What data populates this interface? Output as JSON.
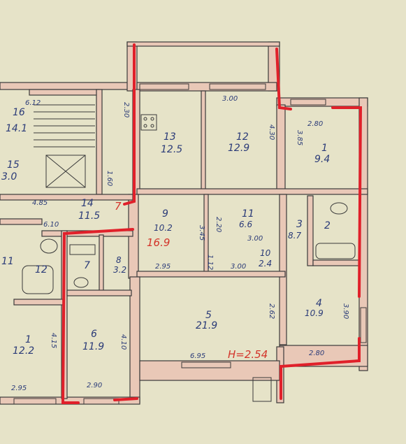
{
  "plan": {
    "rooms": [
      {
        "id": "16",
        "num": "16",
        "area": "14.1",
        "dim": "6.12"
      },
      {
        "id": "15",
        "num": "15",
        "area": "3.0"
      },
      {
        "id": "14",
        "num": "14",
        "area": "11.5"
      },
      {
        "id": "13",
        "num": "13",
        "area": "12.5"
      },
      {
        "id": "12a",
        "num": "12",
        "area": "12.9"
      },
      {
        "id": "1a",
        "num": "1",
        "area": "9.4"
      },
      {
        "id": "9",
        "num": "9",
        "area": "10.2"
      },
      {
        "id": "11",
        "num": "11",
        "area": "6.6"
      },
      {
        "id": "3",
        "num": "3",
        "area": "8.7"
      },
      {
        "id": "2",
        "num": "2",
        "area": ""
      },
      {
        "id": "10",
        "num": "10",
        "area": "2.4"
      },
      {
        "id": "8",
        "num": "8",
        "area": "3.2"
      },
      {
        "id": "7",
        "num": "7",
        "area": ""
      },
      {
        "id": "12b",
        "num": "12",
        "area": ""
      },
      {
        "id": "11b",
        "num": "11",
        "area": ""
      },
      {
        "id": "5",
        "num": "5",
        "area": "21.9"
      },
      {
        "id": "4",
        "num": "4",
        "area": "10.9"
      },
      {
        "id": "1b",
        "num": "1",
        "area": "12.2"
      },
      {
        "id": "6",
        "num": "6",
        "area": "11.9"
      }
    ],
    "dims": {
      "d230": "2.30",
      "d300a": "3.00",
      "d430": "4.30",
      "d280a": "2.80",
      "d385": "3.85",
      "d160": "1.60",
      "d485": "4.85",
      "d610": "6.10",
      "d295a": "2.95",
      "d345": "3.45",
      "d220": "2.20",
      "d300b": "3.00",
      "d112": "1.12",
      "d300c": "3.00",
      "d262": "2.62",
      "d390": "3.90",
      "d415": "4.15",
      "d410": "4.10",
      "d295b": "2.95",
      "d290": "2.90",
      "d695": "6.95",
      "d280b": "2.80"
    },
    "annotations": {
      "red_seven": "7",
      "red_area": "16.9",
      "height": "H=2.54"
    },
    "colors": {
      "paper": "#e6e3c8",
      "wall": "#e9c8b7",
      "line": "#3a3a3a",
      "red": "#e0202a"
    }
  }
}
